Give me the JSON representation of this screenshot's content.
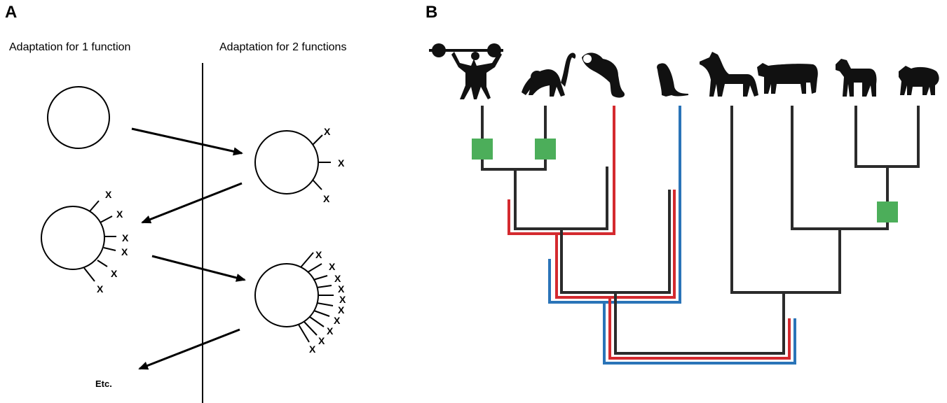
{
  "panel_a": {
    "letter": "A",
    "left_title": "Adaptation for 1 function",
    "right_title": "Adaptation for 2 functions",
    "mutation_mark": "X",
    "continuation": "Etc."
  },
  "panel_b": {
    "letter": "B",
    "colors": {
      "branch": "#2b2b2b",
      "red_lineage": "#d42a2f",
      "blue_lineage": "#2a74b8",
      "event_marker": "#4cae5a"
    },
    "taxa_icons": [
      "weightlifter-icon",
      "monkey-icon",
      "bushbaby-icon",
      "rodent-icon",
      "dog-icon",
      "cow-icon",
      "goat-icon",
      "sheep-icon"
    ]
  }
}
